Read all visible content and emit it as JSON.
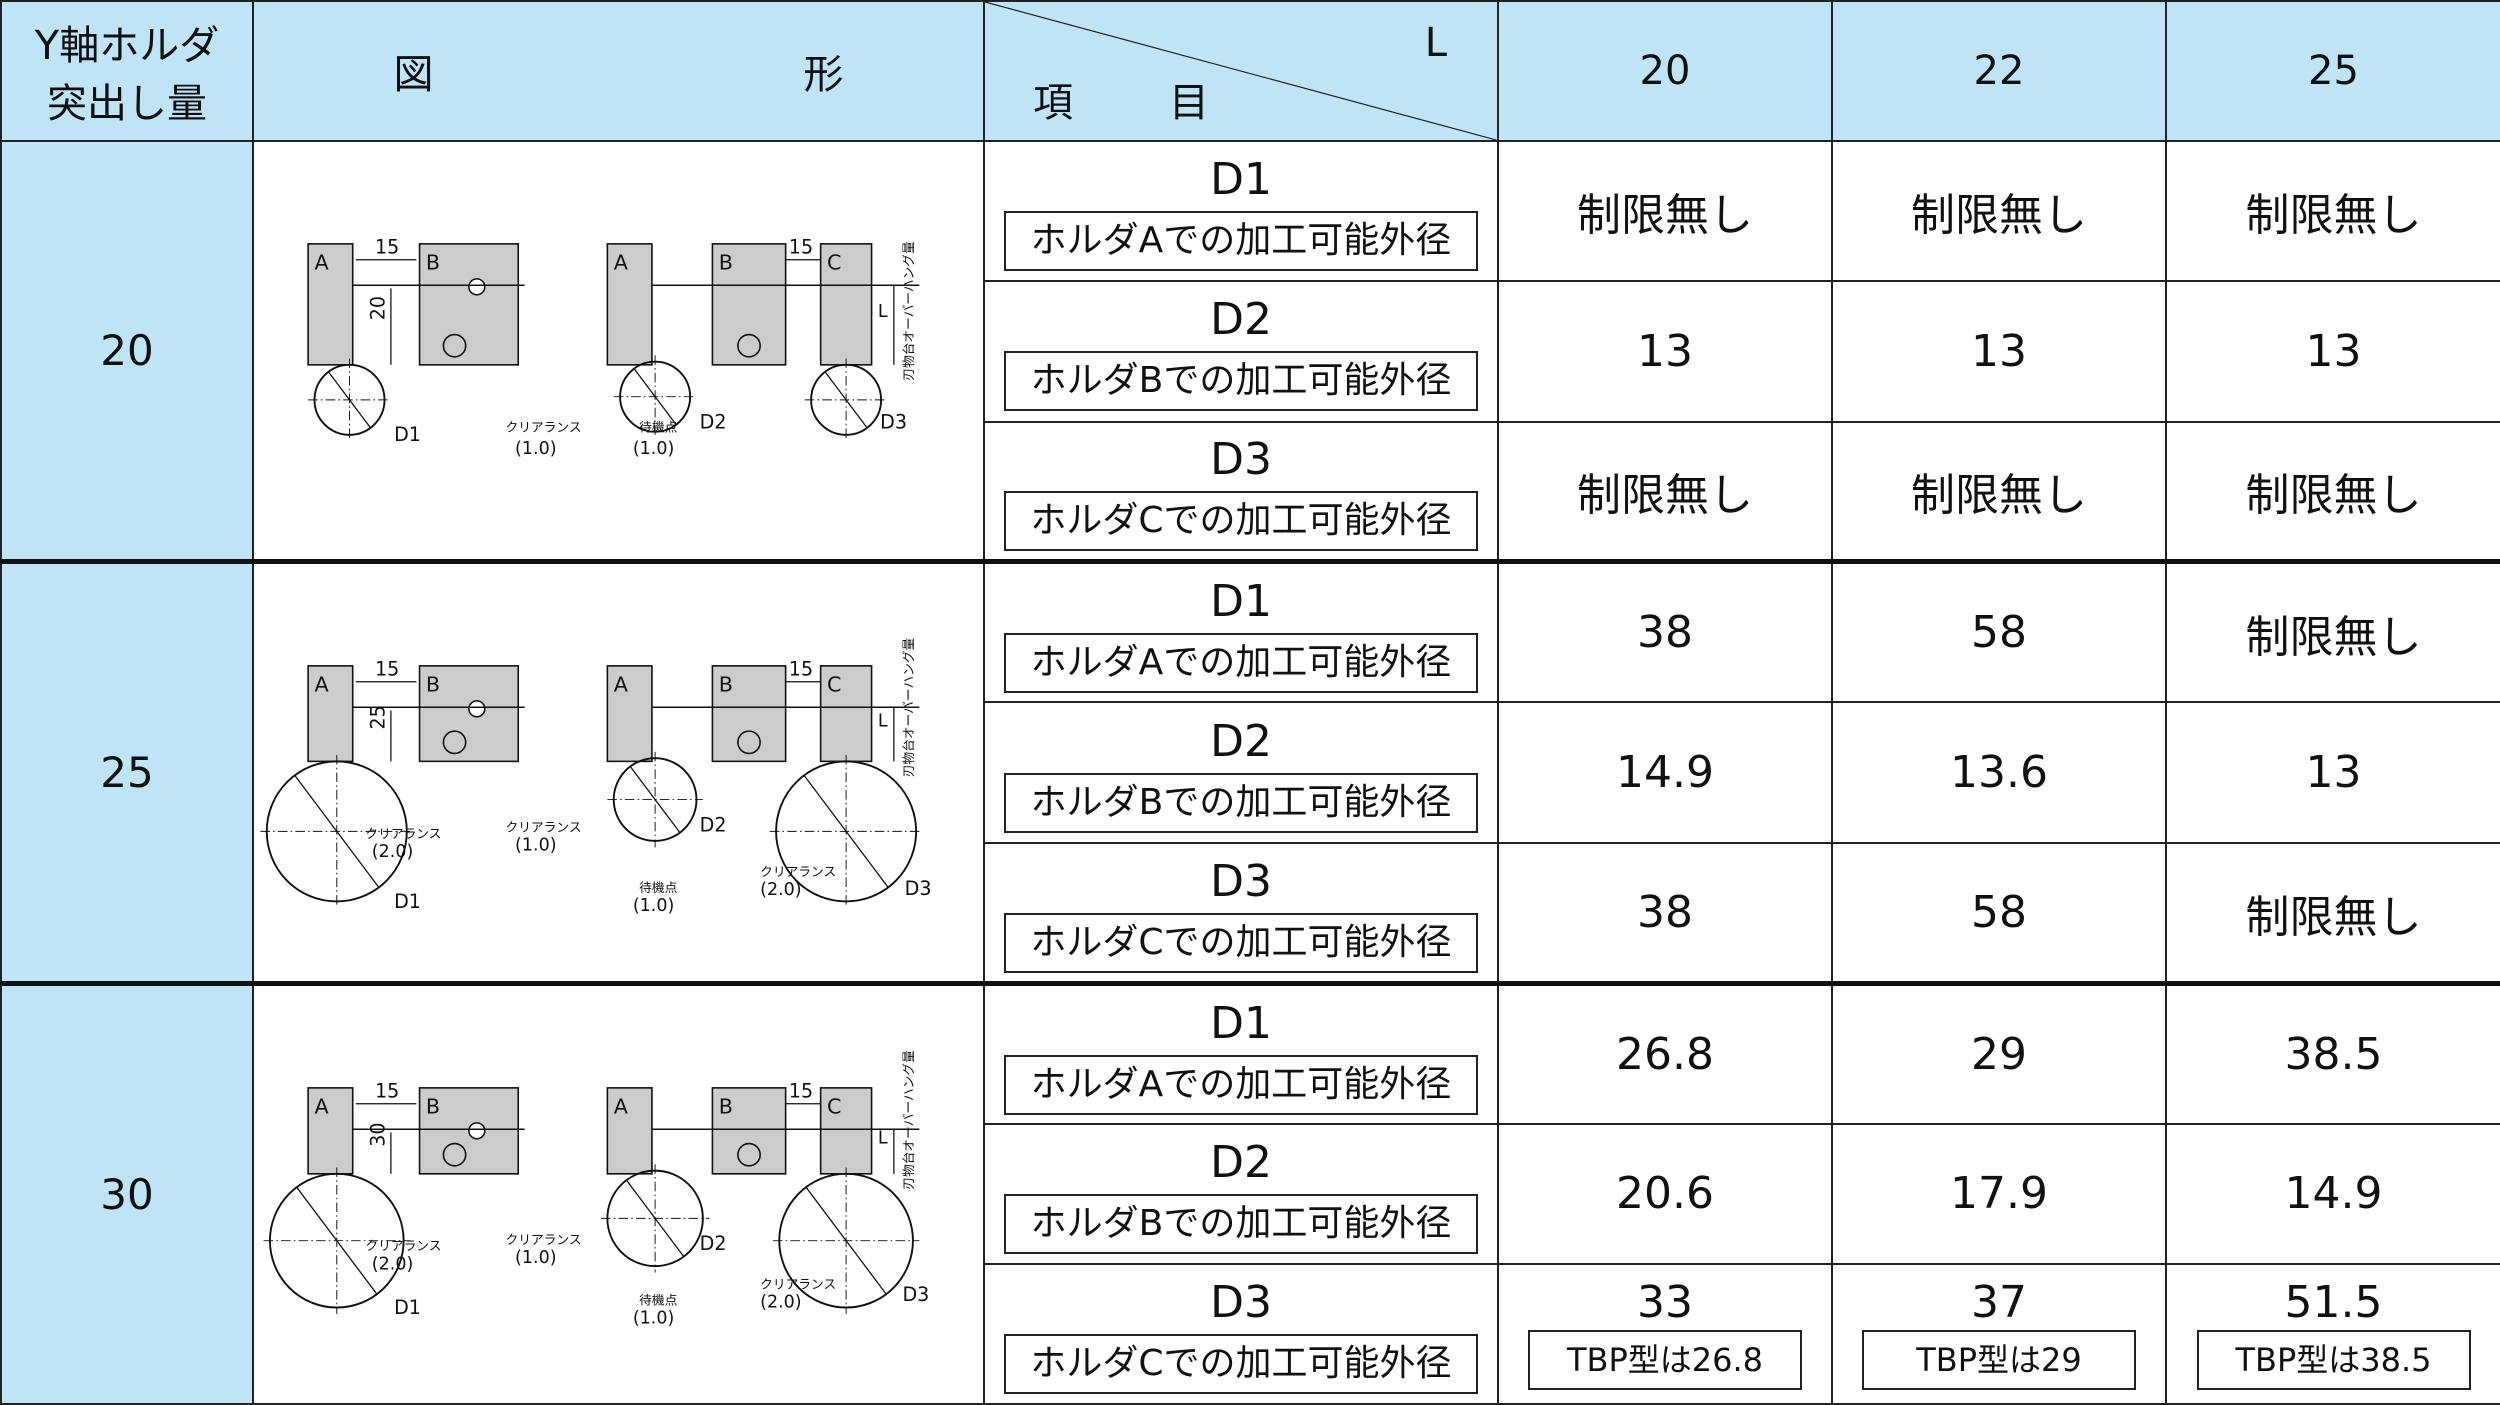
{
  "header": {
    "y_holder": [
      "Y軸ホルダ",
      "突出し量"
    ],
    "figure": [
      "図",
      "形"
    ],
    "item": "項　目",
    "L": "L",
    "lengths": [
      "20",
      "22",
      "25"
    ]
  },
  "diagram_labels": {
    "A": "A",
    "B": "B",
    "C": "C",
    "pitch": "15",
    "D1": "D1",
    "D2": "D2",
    "D3": "D3",
    "L": "L",
    "clearance": "クリアランス",
    "standby": "待機点",
    "overhang": "刃物台オーバーハング量",
    "val_1_0": "(1.0)",
    "val_2_0": "(2.0)"
  },
  "sections": [
    {
      "protrusion": "20",
      "rows": [
        {
          "name": "D1",
          "desc": "ホルダAでの加工可能外径",
          "values": [
            "制限無し",
            "制限無し",
            "制限無し"
          ]
        },
        {
          "name": "D2",
          "desc": "ホルダBでの加工可能外径",
          "values": [
            "13",
            "13",
            "13"
          ]
        },
        {
          "name": "D3",
          "desc": "ホルダCでの加工可能外径",
          "values": [
            "制限無し",
            "制限無し",
            "制限無し"
          ]
        }
      ]
    },
    {
      "protrusion": "25",
      "rows": [
        {
          "name": "D1",
          "desc": "ホルダAでの加工可能外径",
          "values": [
            "38",
            "58",
            "制限無し"
          ]
        },
        {
          "name": "D2",
          "desc": "ホルダBでの加工可能外径",
          "values": [
            "14.9",
            "13.6",
            "13"
          ]
        },
        {
          "name": "D3",
          "desc": "ホルダCでの加工可能外径",
          "values": [
            "38",
            "58",
            "制限無し"
          ]
        }
      ]
    },
    {
      "protrusion": "30",
      "rows": [
        {
          "name": "D1",
          "desc": "ホルダAでの加工可能外径",
          "values": [
            "26.8",
            "29",
            "38.5"
          ]
        },
        {
          "name": "D2",
          "desc": "ホルダBでの加工可能外径",
          "values": [
            "20.6",
            "17.9",
            "14.9"
          ]
        },
        {
          "name": "D3",
          "desc": "ホルダCでの加工可能外径",
          "values": [
            "33",
            "37",
            "51.5"
          ],
          "notes": [
            "TBP型は26.8",
            "TBP型は29",
            "TBP型は38.5"
          ]
        }
      ]
    }
  ],
  "colors": {
    "header_bg": "#bfe4f6",
    "holder_fill": "#cccccc"
  }
}
